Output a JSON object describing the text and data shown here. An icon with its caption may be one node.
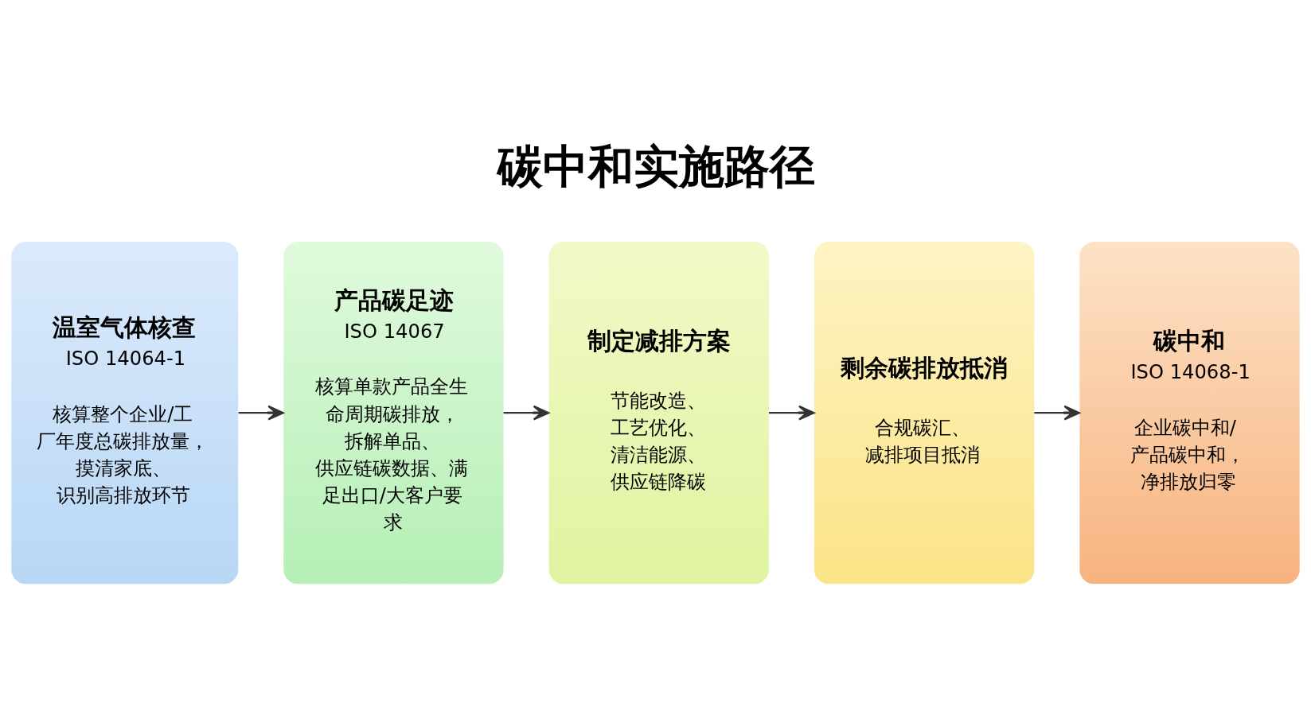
{
  "diagram": {
    "title": "碳中和实施路径",
    "nodes": [
      {
        "text": [
          "温室气体核查",
          "ISO 14064-1",
          "核算整个企业/工厂年度总碳排放量，摸清家底、识别高排放环节"
        ]
      },
      {
        "text": [
          "产品碳足迹",
          "ISO 14067",
          "核算单款产品全生命周期碳排放，拆解单品、供应链碳数据、满足出口/大客户要求"
        ]
      },
      {
        "text": [
          "制定减排方案",
          "节能改造、工艺优化、清洁能源、供应链降碳"
        ]
      },
      {
        "text": [
          "剩余碳排放抵消",
          "合规碳汇、减排项目抵消"
        ]
      },
      {
        "text": [
          "碳中和",
          "ISO 14068-1",
          "企业碳中和/ 产品碳中和，净排放归零"
        ]
      }
    ],
    "edges": [
      {
        "from": 0,
        "to": 1,
        "arrow": "to"
      },
      {
        "from": 1,
        "to": 2,
        "arrow": "to"
      },
      {
        "from": 2,
        "to": 3,
        "arrow": "to"
      },
      {
        "from": 3,
        "to": 4,
        "arrow": "to"
      }
    ]
  }
}
